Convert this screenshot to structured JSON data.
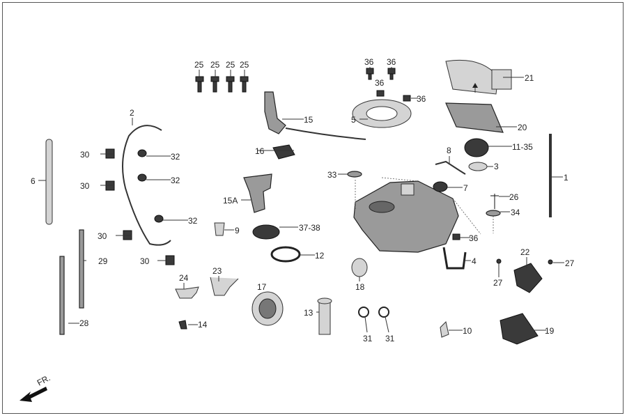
{
  "diagram": {
    "title": "Fuel tank parts exploded view",
    "direction_label": "FR.",
    "callouts": [
      "25",
      "25",
      "25",
      "25",
      "36",
      "36",
      "36",
      "36",
      "21",
      "20",
      "15",
      "5",
      "2",
      "30",
      "32",
      "6",
      "16",
      "8",
      "11-35",
      "3",
      "1",
      "33",
      "7",
      "30",
      "32",
      "26",
      "34",
      "15A",
      "32",
      "9",
      "37-38",
      "30",
      "36",
      "29",
      "12",
      "22",
      "27",
      "30",
      "4",
      "27",
      "18",
      "24",
      "23",
      "17",
      "28",
      "14",
      "13",
      "31",
      "31",
      "10",
      "19"
    ]
  }
}
